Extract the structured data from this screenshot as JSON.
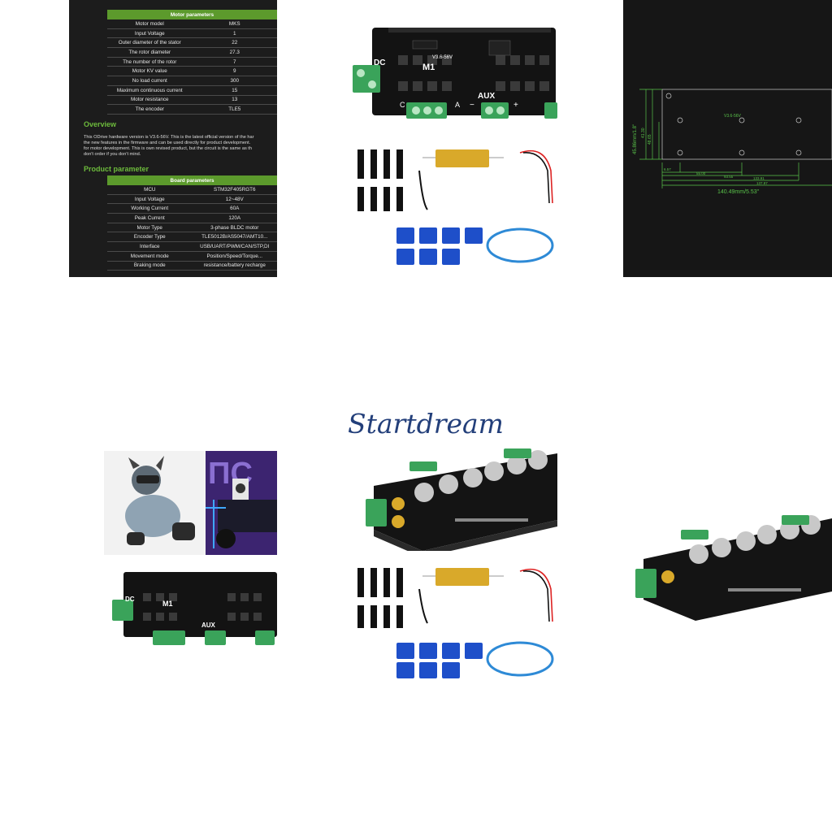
{
  "spec_sheet": {
    "motor_table": {
      "title": "Motor parameters",
      "rows": [
        [
          "Motor model",
          "MKS"
        ],
        [
          "Input Voltage",
          "1"
        ],
        [
          "Outer diameter of the stator",
          "22"
        ],
        [
          "The rotor diameter",
          "27.3"
        ],
        [
          "The number of the rotor",
          "7"
        ],
        [
          "Motor KV value",
          "9"
        ],
        [
          "No load current",
          "300"
        ],
        [
          "Maximum continuous current",
          "15"
        ],
        [
          "Motor resistance",
          "13"
        ],
        [
          "The encoder",
          "TLE5"
        ]
      ]
    },
    "overview": {
      "heading": "Overview",
      "lines": [
        "This ODrive hardware version is V3.6-56V. This is the latest official version of the har",
        "the new features in the firmware and can be used directly for product development.",
        "for motor development. This is own revised product, but the circuit is the same as th",
        "don't order if you don't mind."
      ]
    },
    "product": {
      "heading": "Product parameter",
      "table_title": "Board parameters",
      "rows": [
        [
          "MCU",
          "STM32F405RGT6"
        ],
        [
          "Input Voltage",
          "12~48V"
        ],
        [
          "Working Current",
          "60A"
        ],
        [
          "Peak Current",
          "120A"
        ],
        [
          "Motor Type",
          "3-phase BLDC motor"
        ],
        [
          "Encoder Type",
          "TLE5012B/AS5047/AMT10..."
        ],
        [
          "Interface",
          "USB/UART/PWM/CAN/STP,DI"
        ],
        [
          "Movement mode",
          "Position/Speed/Torque..."
        ],
        [
          "Braking mode",
          "resistance/battery recharge"
        ]
      ]
    }
  },
  "board_labels": {
    "dc": "DC",
    "m1": "M1",
    "aux": "AUX",
    "version": "V3.6-56V",
    "c": "C",
    "a": "A",
    "minus": "−",
    "plus": "+"
  },
  "dimensions": {
    "width": "140.49mm/5.53\"",
    "height": "45.86mm/1.8\"",
    "version": "V3.6-56V",
    "d1": "55.00",
    "d2": "93.55",
    "d3": "133.91",
    "d4": "137.97",
    "d5": "6.57",
    "d6": "41.30",
    "d7": "48.65"
  },
  "brand": "Startdream",
  "colors": {
    "pcb": "#131313",
    "terminal": "#3aa35a",
    "heatsink": "#1e4fc9",
    "resistor": "#d9a92a",
    "dim_line": "#59c34a",
    "spec_green": "#5c9a2c",
    "brand": "#233f7a"
  }
}
